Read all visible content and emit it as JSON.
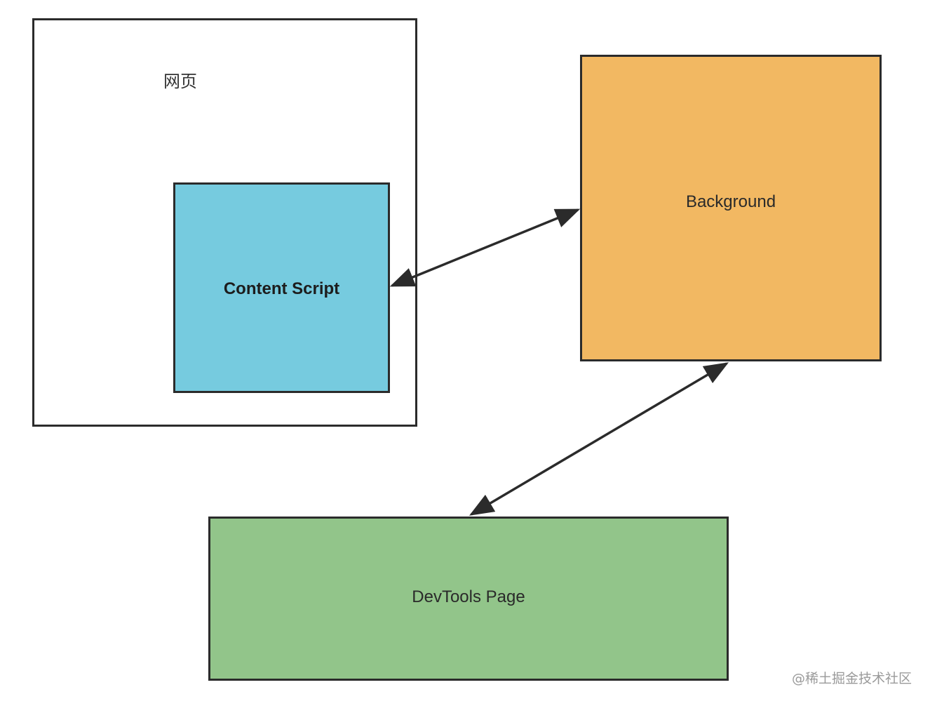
{
  "diagram": {
    "nodes": {
      "webpage": {
        "label": "网页",
        "fill": "#ffffff"
      },
      "content_script": {
        "label": "Content Script",
        "fill": "#76cbdf"
      },
      "background": {
        "label": "Background",
        "fill": "#f2b862"
      },
      "devtools_page": {
        "label": "DevTools Page",
        "fill": "#92c58a"
      }
    },
    "edges": [
      {
        "from": "Content Script",
        "to": "Background",
        "direction": "bidirectional"
      },
      {
        "from": "Background",
        "to": "DevTools Page",
        "direction": "bidirectional"
      }
    ],
    "stroke_color": "#2b2b2b"
  },
  "watermark": "@稀土掘金技术社区"
}
